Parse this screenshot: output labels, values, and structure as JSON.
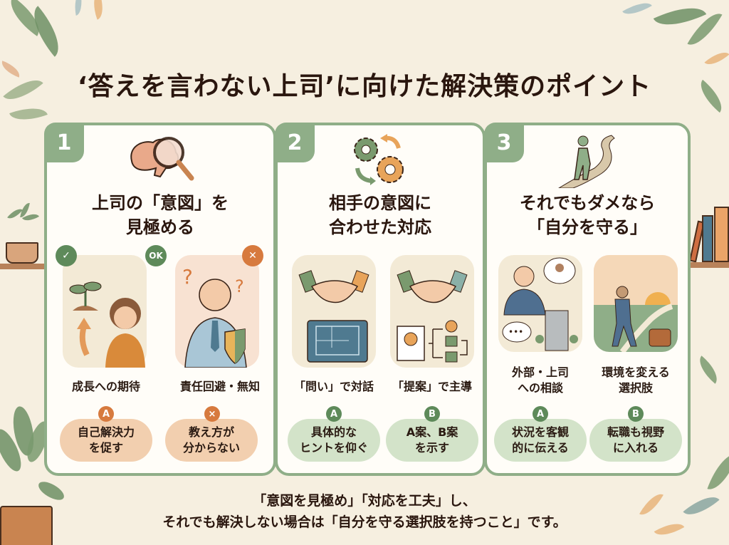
{
  "title": "‘答えを言わない上司’に向けた解決策のポイント",
  "colors": {
    "background": "#f6efe0",
    "card_border": "#8fae88",
    "card_bg": "#fffdf8",
    "accent_green": "#5e8a5a",
    "accent_orange": "#d77a3e",
    "pill_orange": "#f2cfaf",
    "pill_green": "#d3e3c9",
    "text": "#2a160e"
  },
  "cards": [
    {
      "number": "1",
      "icon": "brain-magnifier-icon",
      "heading": "上司の「意図」を\n見極める",
      "columns": [
        {
          "badge_top": "check-icon",
          "badge_ok": "OK",
          "illustration": "plant-and-thinking-woman",
          "label": "成長への期待",
          "pill_letter": "A",
          "pill_text": "自己解決力\nを促す"
        },
        {
          "badge_top": "x-icon",
          "illustration": "confused-man-with-shield",
          "label": "責任回避・無知",
          "pill_letter": "×",
          "pill_text": "教え方が\n分からない"
        }
      ]
    },
    {
      "number": "2",
      "icon": "gears-cycle-icon",
      "heading": "相手の意図に\n合わせた対応",
      "columns": [
        {
          "illustration": "handshake-blueprint",
          "label": "「問い」で対話",
          "pill_letter": "A",
          "pill_text": "具体的な\nヒントを仰ぐ"
        },
        {
          "illustration": "handshake-idea-flow",
          "label": "「提案」で主導",
          "pill_letter": "B",
          "pill_text": "A案、B案\nを示す"
        }
      ]
    },
    {
      "number": "3",
      "icon": "walking-path-icon",
      "heading": "それでもダメなら\n「自分を守る」",
      "columns": [
        {
          "illustration": "consulting-businessman-building",
          "label": "外部・上司\nへの相談",
          "pill_letter": "A",
          "pill_text": "状況を客観\n的に伝える"
        },
        {
          "illustration": "walking-to-sunrise-suitcase",
          "label": "環境を変える\n選択肢",
          "pill_letter": "B",
          "pill_text": "転職も視野\nに入れる"
        }
      ]
    }
  ],
  "footer": "「意図を見極め」「対応を工夫」し、\nそれでも解決しない場合は「自分を守る選択肢を持つこと」です。"
}
